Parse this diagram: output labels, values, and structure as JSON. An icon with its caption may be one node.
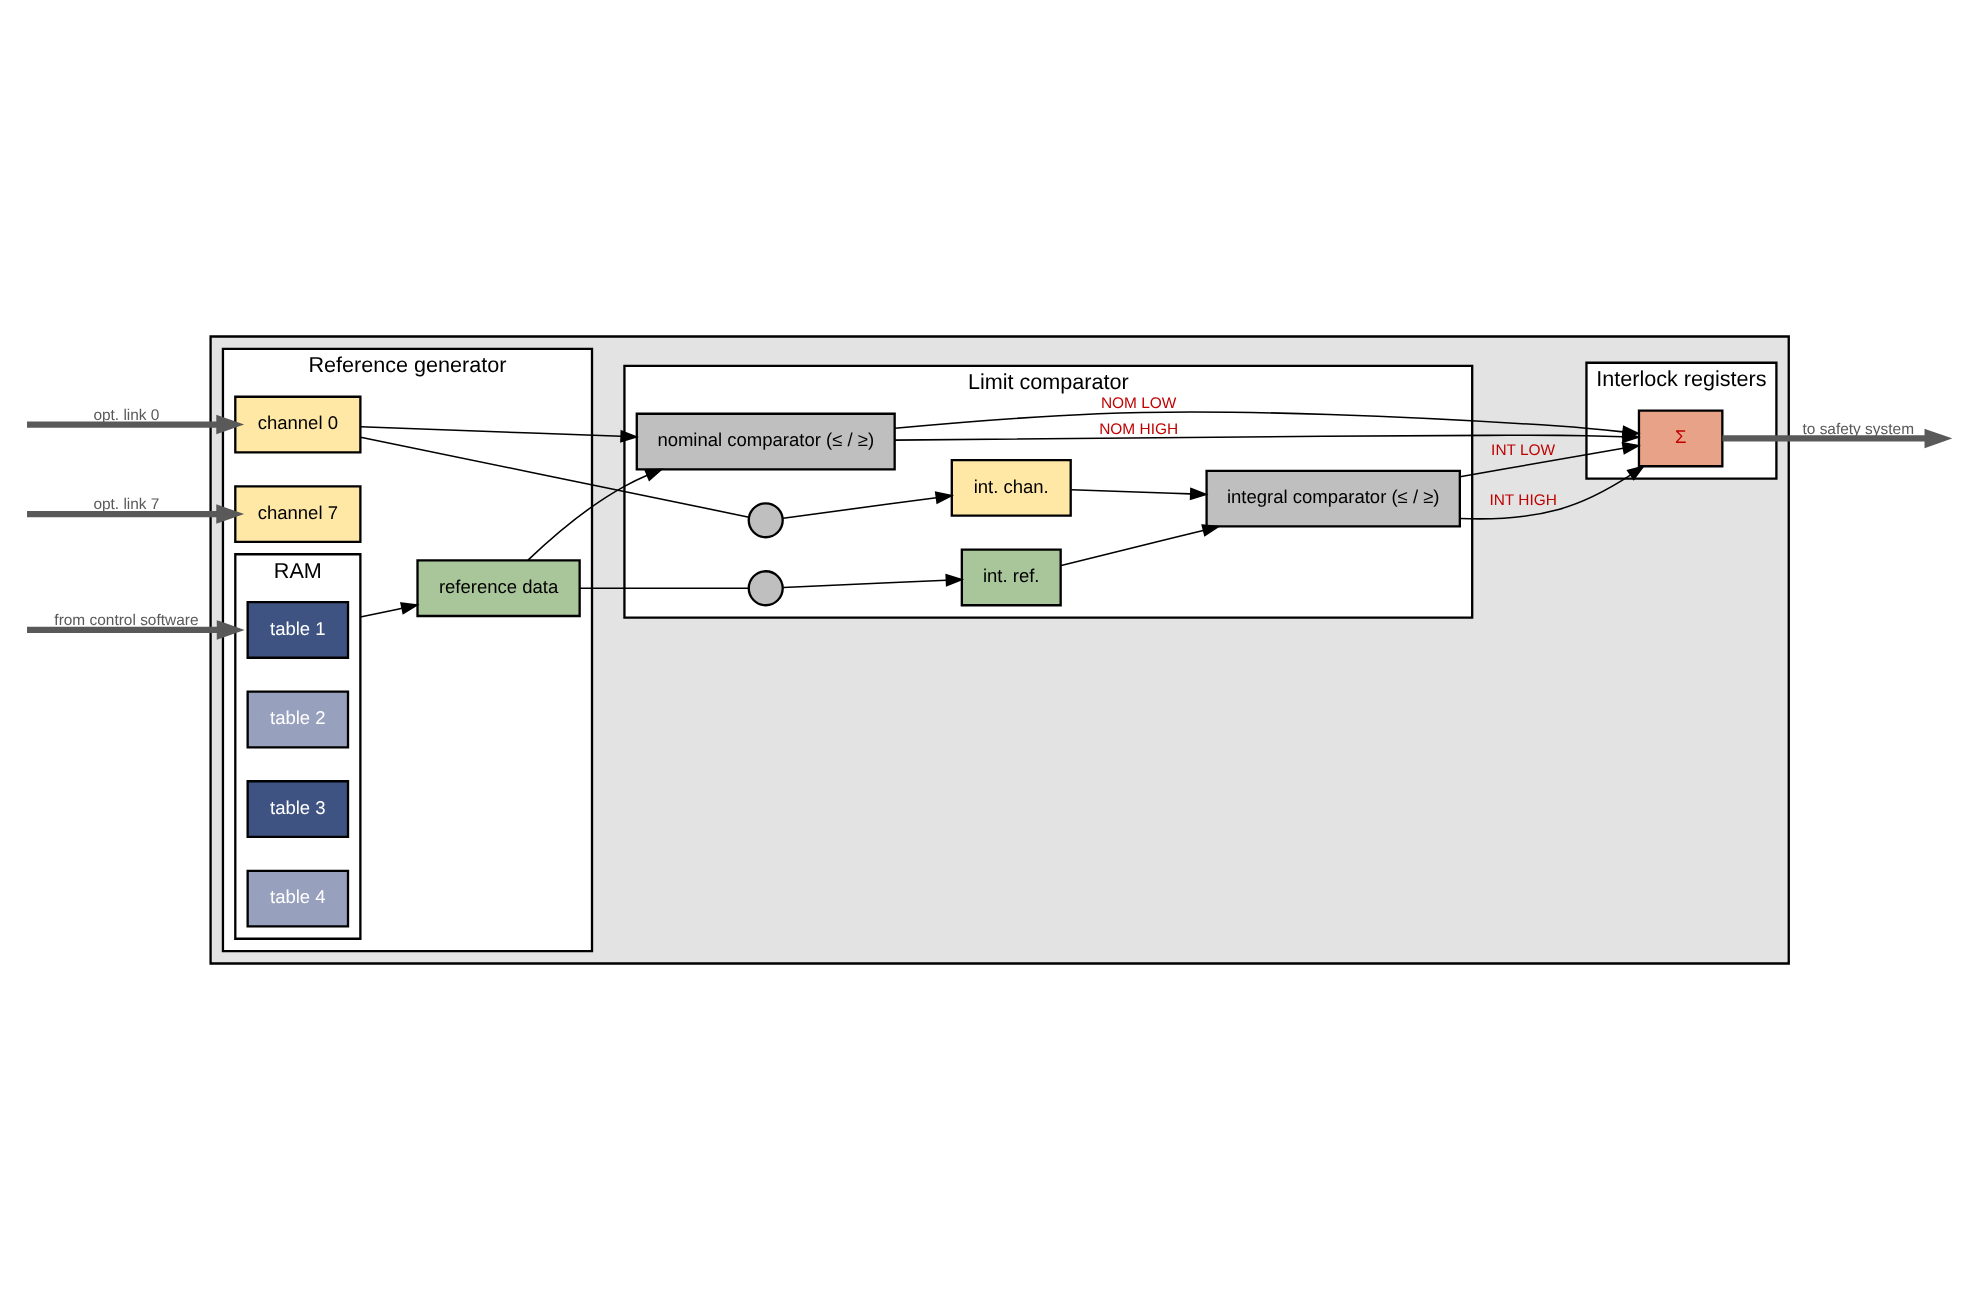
{
  "diagram": {
    "nodes": [
      {
        "text": [],
        "shape": "box"
      },
      {
        "text": [
          "Reference generator"
        ],
        "in": 0
      },
      {
        "text": [
          "channel 0"
        ],
        "in": 1
      },
      {
        "text": [
          "channel 7"
        ],
        "in": 1
      },
      {
        "text": [
          "reference data"
        ],
        "in": 1
      },
      {
        "text": [
          "RAM"
        ],
        "in": 1
      },
      {
        "text": [
          "table 1"
        ],
        "in": 5
      },
      {
        "text": [
          "table 2"
        ],
        "in": 5
      },
      {
        "text": [
          "table 3"
        ],
        "in": 5
      },
      {
        "text": [
          "table 4"
        ],
        "in": 5
      },
      {
        "text": [
          "Limit comparator"
        ],
        "in": 0
      },
      {
        "text": [
          "nominal comparator (≤ / ≥)"
        ],
        "in": 10
      },
      {
        "text": [
          "integral comparator (≤ / ≥)"
        ],
        "in": 10
      },
      {
        "text": [
          "int. chan."
        ],
        "in": 10
      },
      {
        "text": [
          "int. ref."
        ],
        "in": 10
      },
      {
        "text": [],
        "shape": "circle",
        "in": 10
      },
      {
        "text": [],
        "shape": "circle",
        "in": 10
      },
      {
        "text": [
          "Interlock registers"
        ],
        "in": 0
      },
      {
        "text": [
          "Σ"
        ],
        "in": 17
      }
    ],
    "edges": [
      {
        "from": null,
        "to": 2,
        "arrow": "to",
        "label": "opt. link 0",
        "style": "thick",
        "color": "#595959"
      },
      {
        "from": null,
        "to": 3,
        "arrow": "to",
        "label": "opt. link 7",
        "style": "thick",
        "color": "#595959"
      },
      {
        "from": null,
        "to": 5,
        "arrow": "to",
        "label": "from control software",
        "style": "thick",
        "color": "#595959"
      },
      {
        "from": 5,
        "to": 4,
        "arrow": "to"
      },
      {
        "from": 2,
        "to": 11,
        "arrow": "to"
      },
      {
        "from": 2,
        "to": 15,
        "arrow": "none"
      },
      {
        "from": 4,
        "to": 11,
        "arrow": "to"
      },
      {
        "from": 4,
        "to": 16,
        "arrow": "none"
      },
      {
        "from": 15,
        "to": 13,
        "arrow": "to"
      },
      {
        "from": 16,
        "to": 14,
        "arrow": "to"
      },
      {
        "from": 13,
        "to": 12,
        "arrow": "to"
      },
      {
        "from": 14,
        "to": 12,
        "arrow": "to"
      },
      {
        "from": 11,
        "to": 18,
        "arrow": "to",
        "label": "NOM HIGH"
      },
      {
        "from": 11,
        "to": 18,
        "arrow": "to",
        "label": "NOM LOW"
      },
      {
        "from": 12,
        "to": 18,
        "arrow": "to",
        "label": "INT HIGH"
      },
      {
        "from": 12,
        "to": 18,
        "arrow": "to",
        "label": "INT LOW"
      },
      {
        "from": 18,
        "to": null,
        "arrow": "to",
        "label": "to safety system",
        "style": "thick",
        "color": "#595959"
      }
    ]
  }
}
